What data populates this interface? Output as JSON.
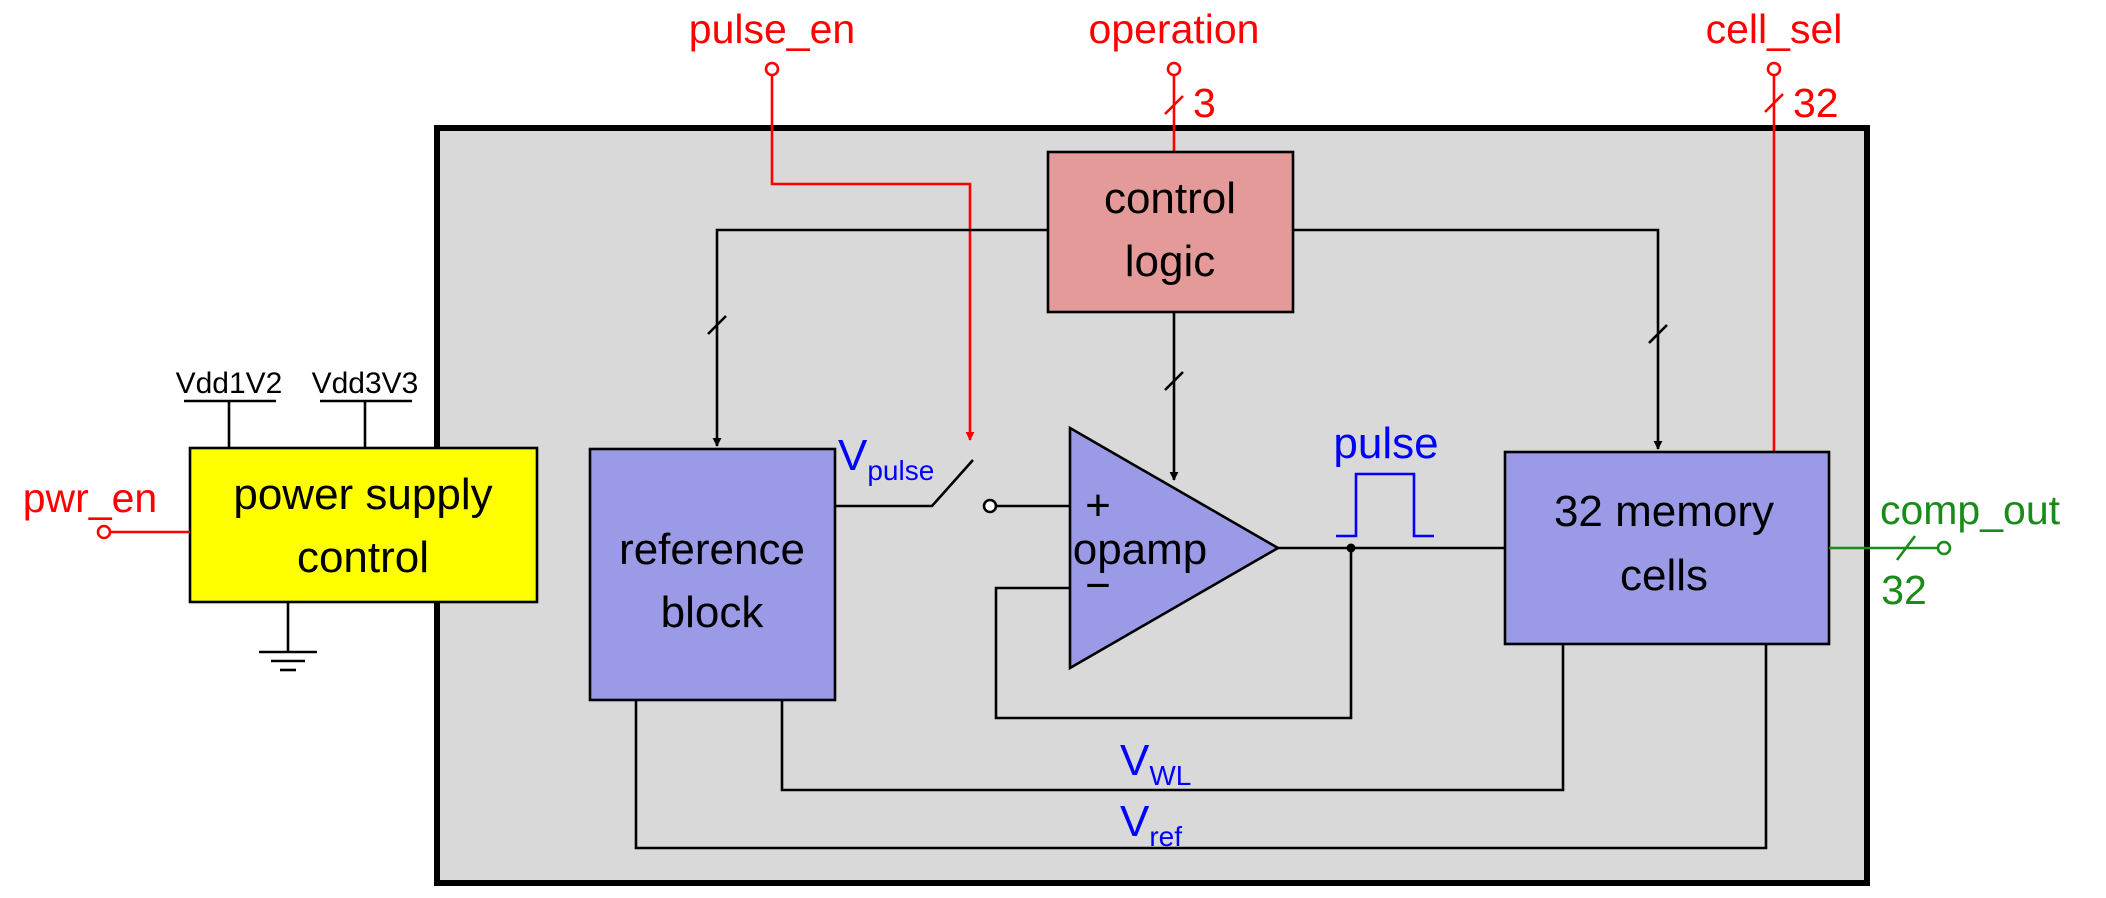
{
  "signals": {
    "pulse_en": "pulse_en",
    "operation": "operation",
    "operation_width": "3",
    "cell_sel": "cell_sel",
    "cell_sel_width": "32",
    "pwr_en": "pwr_en",
    "comp_out": "comp_out",
    "comp_out_width": "32"
  },
  "supplies": {
    "vdd1": "Vdd1V2",
    "vdd3": "Vdd3V3"
  },
  "blocks": {
    "power_supply": [
      "power supply",
      "control"
    ],
    "control_logic": [
      "control",
      "logic"
    ],
    "reference_block": [
      "reference",
      "block"
    ],
    "opamp": "opamp",
    "opamp_plus": "+",
    "opamp_minus": "−",
    "memory_cells": [
      "32 memory",
      "cells"
    ]
  },
  "nets": {
    "v_pulse_main": "V",
    "v_pulse_sub": "pulse",
    "pulse": "pulse",
    "v_wl_main": "V",
    "v_wl_sub": "WL",
    "v_ref_main": "V",
    "v_ref_sub": "ref"
  },
  "colors": {
    "chip_fill": "#d9d9d9",
    "power_supply_fill": "#ffff00",
    "control_logic_fill": "#e59a9a",
    "block_fill": "#9a9ae6",
    "signal_red": "#ff0000",
    "signal_green": "#1a8a1a",
    "net_blue": "#0000ff"
  }
}
